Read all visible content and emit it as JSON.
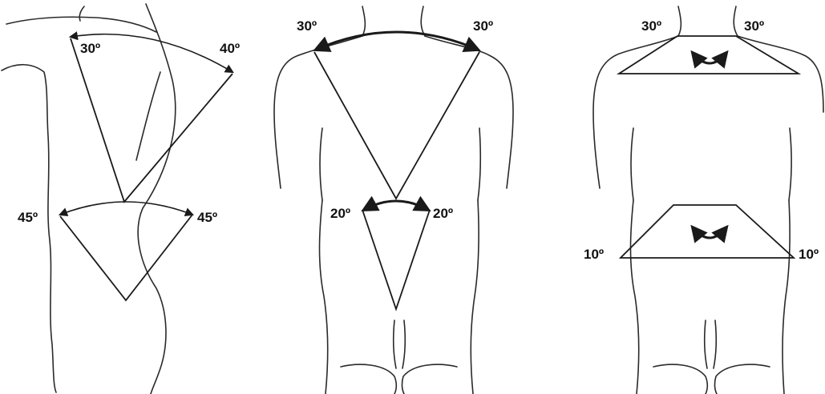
{
  "panels": [
    {
      "id": "side",
      "labels": {
        "upper_left": "30º",
        "upper_right": "40º",
        "lower_left": "45º",
        "lower_right": "45º"
      }
    },
    {
      "id": "back-flexion",
      "labels": {
        "upper_left": "30º",
        "upper_right": "30º",
        "lower_left": "20º",
        "lower_right": "20º"
      }
    },
    {
      "id": "back-rotation",
      "labels": {
        "upper_left": "30º",
        "upper_right": "30º",
        "lower_left": "10º",
        "lower_right": "10º"
      }
    }
  ],
  "colors": {
    "line": "#1a1a1a",
    "background": "#ffffff"
  }
}
